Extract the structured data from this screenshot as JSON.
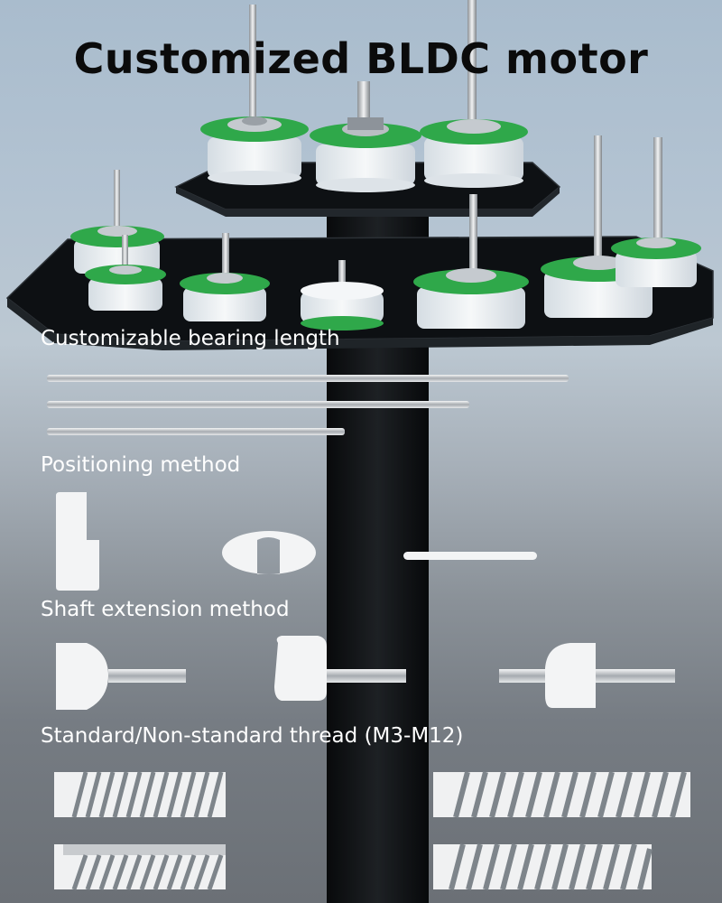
{
  "title": "Customized BLDC motor",
  "sections": {
    "bearing": {
      "label": "Customizable bearing length"
    },
    "positioning": {
      "label": "Positioning method"
    },
    "shaft": {
      "label": "Shaft extension method"
    },
    "thread": {
      "label": "Standard/Non-standard thread (M3-M12)"
    }
  },
  "colors": {
    "pcb_green": "#2fa84a",
    "motor_white": "#eef1f3",
    "stand_black": "#111417",
    "rod_silver": "#c9cdd1"
  }
}
